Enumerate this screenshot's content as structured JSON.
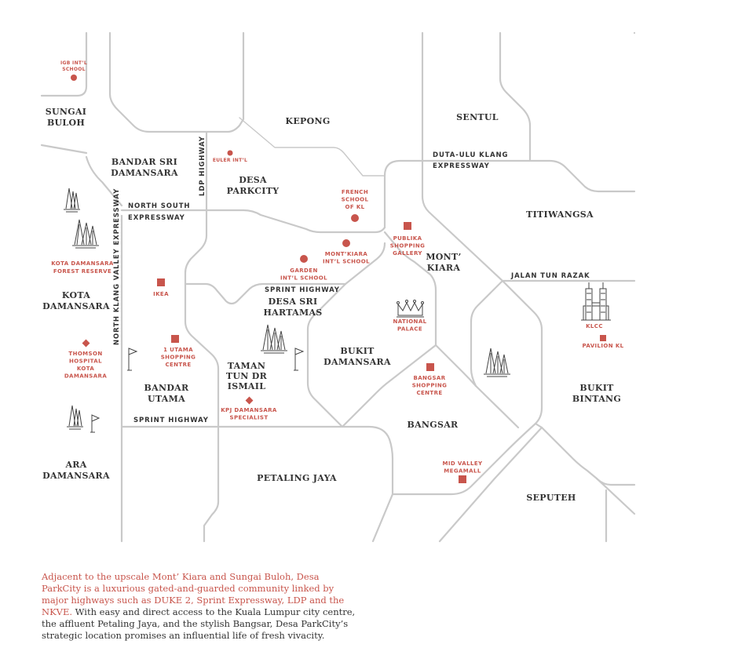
{
  "colors": {
    "accent": "#c8554c",
    "road": "#c9c9c9",
    "text": "#333333"
  },
  "areas": [
    {
      "id": "sungai-buloh",
      "lines": [
        "SUNGAI",
        "BULOH"
      ]
    },
    {
      "id": "kepong",
      "lines": [
        "KEPONG"
      ]
    },
    {
      "id": "sentul",
      "lines": [
        "SENTUL"
      ]
    },
    {
      "id": "bandar-sri-damansara",
      "lines": [
        "BANDAR SRI",
        "DAMANSARA"
      ]
    },
    {
      "id": "desa-parkcity",
      "lines": [
        "DESA",
        "PARKCITY"
      ]
    },
    {
      "id": "titiwangsa",
      "lines": [
        "TITIWANGSA"
      ]
    },
    {
      "id": "mont-kiara",
      "lines": [
        "MONT’",
        "KIARA"
      ]
    },
    {
      "id": "kota-damansara",
      "lines": [
        "KOTA",
        "DAMANSARA"
      ]
    },
    {
      "id": "desa-sri-hartamas",
      "lines": [
        "DESA SRI",
        "HARTAMAS"
      ]
    },
    {
      "id": "bukit-damansara",
      "lines": [
        "BUKIT",
        "DAMANSARA"
      ]
    },
    {
      "id": "taman-tun-dr-ismail",
      "lines": [
        "TAMAN",
        "TUN DR",
        "ISMAIL"
      ]
    },
    {
      "id": "bandar-utama",
      "lines": [
        "BANDAR",
        "UTAMA"
      ]
    },
    {
      "id": "bukit-bintang",
      "lines": [
        "BUKIT",
        "BINTANG"
      ]
    },
    {
      "id": "bangsar",
      "lines": [
        "BANGSAR"
      ]
    },
    {
      "id": "ara-damansara",
      "lines": [
        "ARA",
        "DAMANSARA"
      ]
    },
    {
      "id": "petaling-jaya",
      "lines": [
        "PETALING JAYA"
      ]
    },
    {
      "id": "seputeh",
      "lines": [
        "SEPUTEH"
      ]
    }
  ],
  "roads": [
    {
      "id": "duta-ulu-klang",
      "lines": [
        "DUTA-ULU KLANG",
        "EXPRESSWAY"
      ]
    },
    {
      "id": "north-south",
      "lines": [
        "NORTH SOUTH",
        "EXPRESSWAY"
      ]
    },
    {
      "id": "ldp",
      "lines": [
        "LDP HIGHWAY"
      ]
    },
    {
      "id": "nkve",
      "lines": [
        "NORTH KLANG VALLEY EXPRESSWAY"
      ]
    },
    {
      "id": "sprint-1",
      "lines": [
        "SPRINT HIGHWAY"
      ]
    },
    {
      "id": "sprint-2",
      "lines": [
        "SPRINT HIGHWAY"
      ]
    },
    {
      "id": "jalan-tun-razak",
      "lines": [
        "JALAN TUN RAZAK"
      ]
    }
  ],
  "pois": [
    {
      "id": "igb",
      "lines": [
        "IGB INT’L",
        "SCHOOL"
      ],
      "marker": "circle"
    },
    {
      "id": "euler",
      "lines": [
        "EULER INT’L"
      ],
      "marker": "circle"
    },
    {
      "id": "french",
      "lines": [
        "FRENCH",
        "SCHOOL",
        "OF KL"
      ],
      "marker": "circle"
    },
    {
      "id": "publika",
      "lines": [
        "PUBLIKA",
        "SHOPPING",
        "GALLERY"
      ],
      "marker": "square"
    },
    {
      "id": "montkiara-school",
      "lines": [
        "MONT’KIARA",
        "INT’L SCHOOL"
      ],
      "marker": "circle"
    },
    {
      "id": "garden",
      "lines": [
        "GARDEN",
        "INT’L SCHOOL"
      ],
      "marker": "circle"
    },
    {
      "id": "kota-damansara-forest",
      "lines": [
        "KOTA DAMANSARA",
        "FOREST RESERVE"
      ],
      "marker": "none"
    },
    {
      "id": "ikea",
      "lines": [
        "IKEA"
      ],
      "marker": "square"
    },
    {
      "id": "national-palace",
      "lines": [
        "NATIONAL",
        "PALACE"
      ],
      "marker": "none"
    },
    {
      "id": "klcc",
      "lines": [
        "KLCC"
      ],
      "marker": "none"
    },
    {
      "id": "pavilion",
      "lines": [
        "PAVILION KL"
      ],
      "marker": "square"
    },
    {
      "id": "thomson",
      "lines": [
        "THOMSON",
        "HOSPITAL",
        "KOTA",
        "DAMANSARA"
      ],
      "marker": "diamond"
    },
    {
      "id": "one-utama",
      "lines": [
        "1 UTAMA",
        "SHOPPING",
        "CENTRE"
      ],
      "marker": "square"
    },
    {
      "id": "bangsar-sc",
      "lines": [
        "BANGSAR",
        "SHOPPING",
        "CENTRE"
      ],
      "marker": "square"
    },
    {
      "id": "kpj",
      "lines": [
        "KPJ DAMANSARA",
        "SPECIALIST"
      ],
      "marker": "diamond"
    },
    {
      "id": "mid-valley",
      "lines": [
        "MID VALLEY",
        "MEGAMALL"
      ],
      "marker": "square"
    }
  ],
  "icons": [
    "forest-icon",
    "forest-icon",
    "forest-icon",
    "forest-icon",
    "forest-icon",
    "golf-flag-icon",
    "golf-flag-icon",
    "golf-flag-icon",
    "palace-crown-icon",
    "twin-towers-icon"
  ],
  "caption": {
    "accent": "Adjacent to the upscale Mont’ Kiara and Sungai Buloh, Desa ParkCity is a luxurious gated-and-guarded community linked by major highways such as DUKE 2, Sprint Expressway, LDP and the NKVE.",
    "body": "With easy and direct access to the Kuala Lumpur city centre, the affluent Petaling Jaya, and the stylish Bangsar, Desa ParkCity’s strategic location promises an influential life of fresh vivacity."
  }
}
